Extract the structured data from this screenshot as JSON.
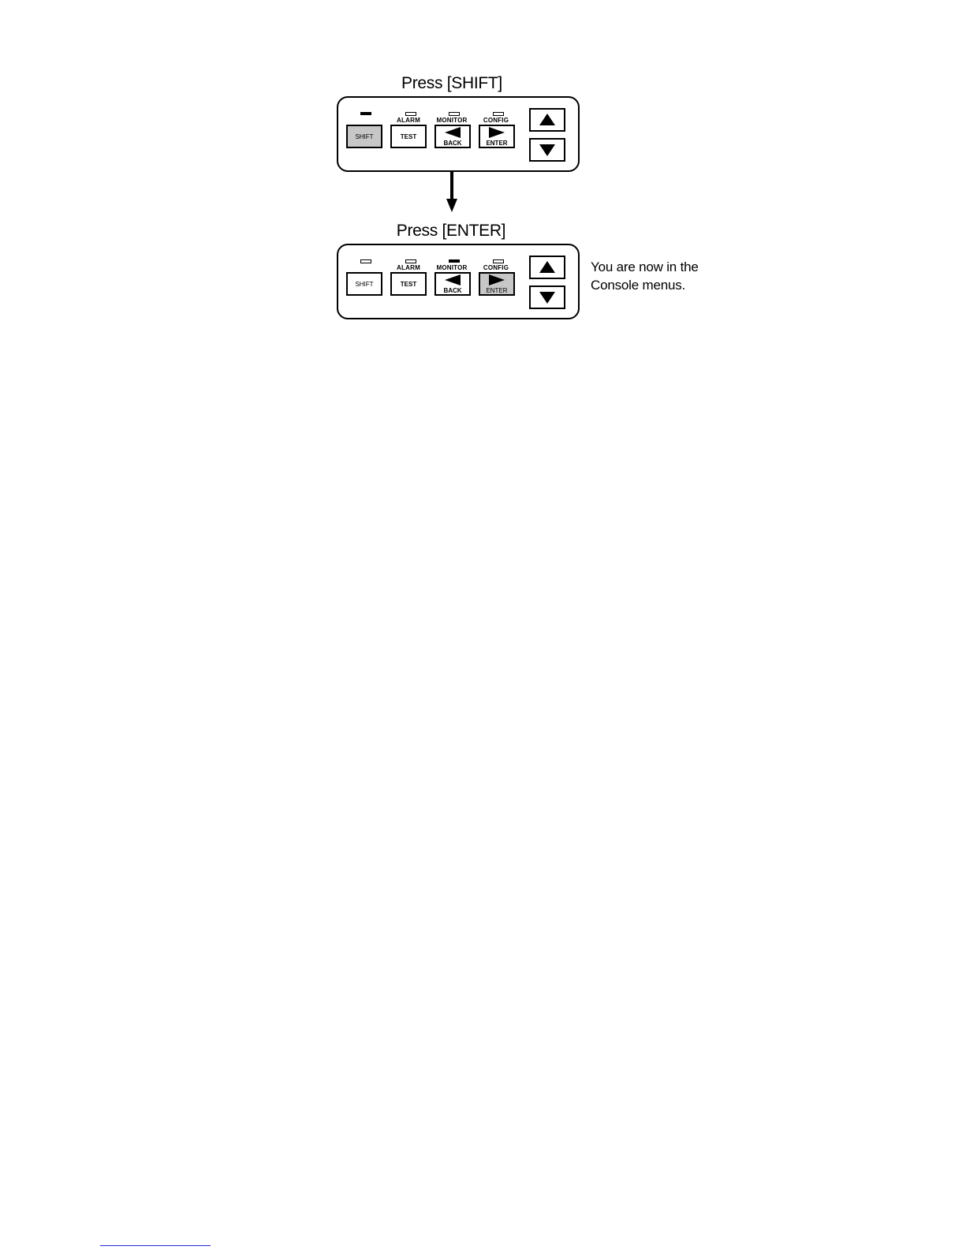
{
  "steps": [
    {
      "title": "Press [SHIFT]",
      "pressed": "SHIFT",
      "leds": {
        "shift": "on",
        "alarm": "off",
        "monitor": "off",
        "config": "off"
      }
    },
    {
      "title": "Press [ENTER]",
      "pressed": "ENTER",
      "leds": {
        "shift": "off",
        "alarm": "off",
        "monitor": "on",
        "config": "off"
      }
    }
  ],
  "keypad": {
    "labels": {
      "alarm": "ALARM",
      "monitor": "MONITOR",
      "config": "CONFIG"
    },
    "keys": {
      "shift": "SHIFT",
      "test": "TEST",
      "back": "BACK",
      "enter": "ENTER"
    }
  },
  "note": {
    "line1": "You are now in the",
    "line2": "Console menus."
  },
  "colors": {
    "pressed_key": "#c7c7c7",
    "led_on": "#000000",
    "footer_rule": "#2a2adc"
  }
}
